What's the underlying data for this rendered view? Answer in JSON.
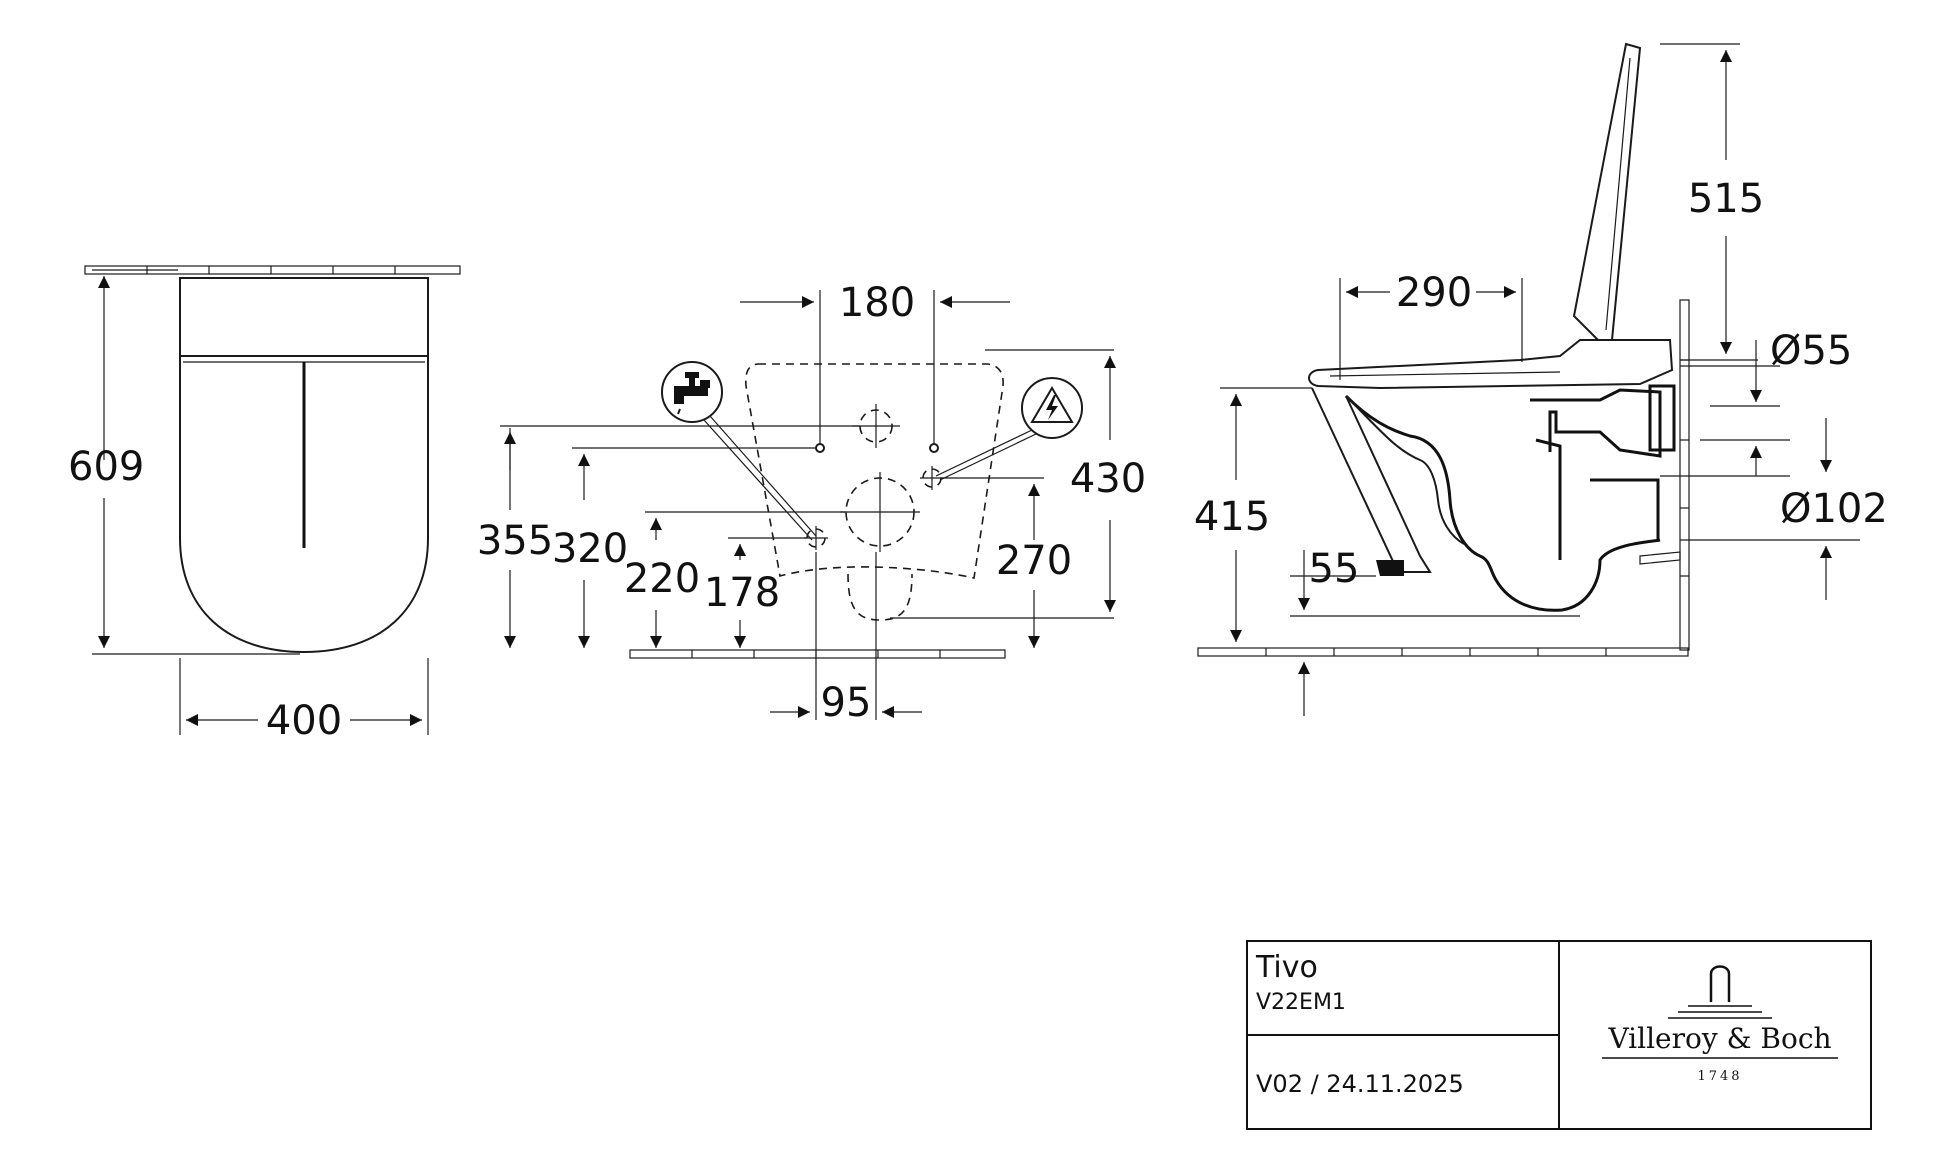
{
  "views": {
    "top": {
      "depth": "609",
      "width": "400"
    },
    "front": {
      "spacing_top": "180",
      "spacing_bottom": "95",
      "heights": [
        "355",
        "320",
        "220",
        "178"
      ],
      "total_height": "430",
      "right_height": "270",
      "icons": [
        "water-tap-icon",
        "electric-hazard-icon"
      ]
    },
    "side": {
      "lid_height": "515",
      "seat_depth": "290",
      "rim_height": "415",
      "offset": "55",
      "pipe_small": "Ø55",
      "pipe_large": "Ø102"
    }
  },
  "title_block": {
    "product": "Tivo",
    "code": "V22EM1",
    "version": "V02 / 24.11.2025",
    "brand": "Villeroy & Boch",
    "founded": "1748"
  }
}
